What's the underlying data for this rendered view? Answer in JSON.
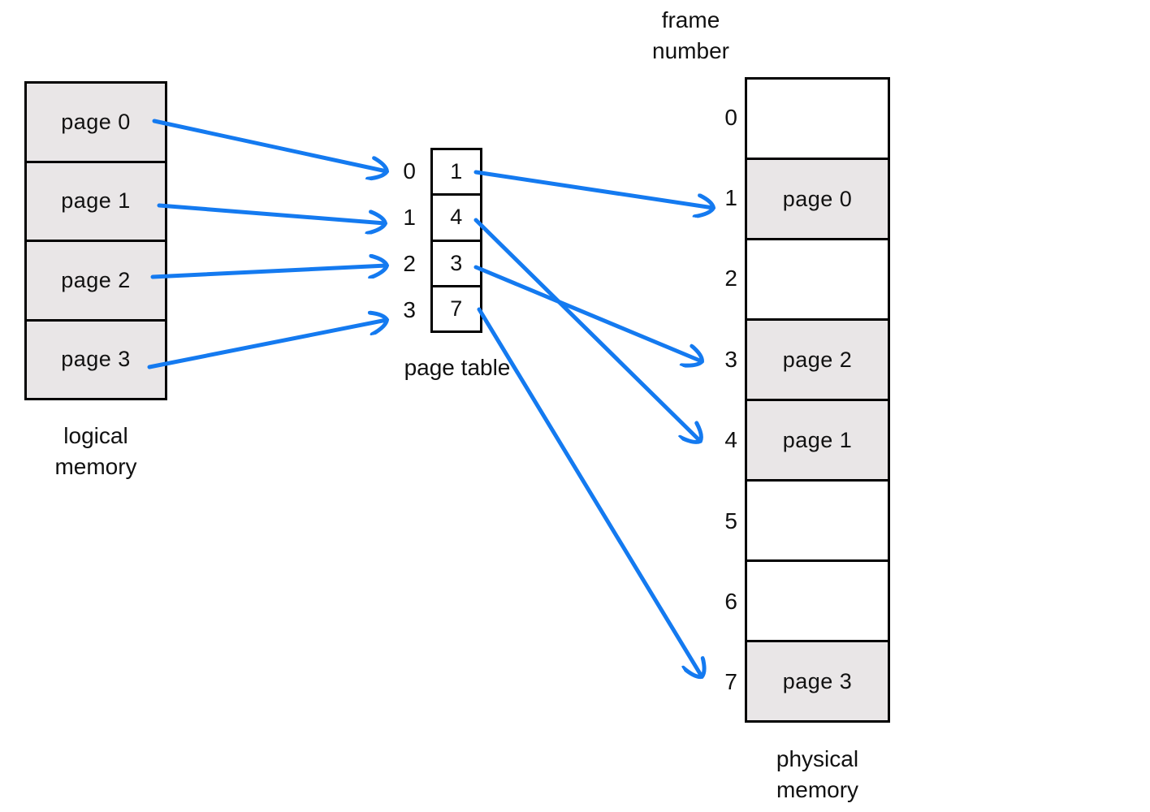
{
  "colors": {
    "arrow": "#147af0",
    "cell_fill": "#e9e6e7",
    "border": "#000000"
  },
  "logical_memory": {
    "pages": [
      "page 0",
      "page 1",
      "page 2",
      "page 3"
    ],
    "caption_lines": [
      "logical",
      "memory"
    ]
  },
  "page_table": {
    "caption": "page table",
    "indices": [
      "0",
      "1",
      "2",
      "3"
    ],
    "values": [
      "1",
      "4",
      "3",
      "7"
    ]
  },
  "physical_memory": {
    "caption_lines": [
      "physical",
      "memory"
    ],
    "frame_number_caption_lines": [
      "frame",
      "number"
    ],
    "frames": [
      {
        "number": "0",
        "content": ""
      },
      {
        "number": "1",
        "content": "page 0"
      },
      {
        "number": "2",
        "content": ""
      },
      {
        "number": "3",
        "content": "page 2"
      },
      {
        "number": "4",
        "content": "page 1"
      },
      {
        "number": "5",
        "content": ""
      },
      {
        "number": "6",
        "content": ""
      },
      {
        "number": "7",
        "content": "page 3"
      }
    ]
  },
  "mappings": [
    {
      "page": "0",
      "frame": "1"
    },
    {
      "page": "1",
      "frame": "4"
    },
    {
      "page": "2",
      "frame": "3"
    },
    {
      "page": "3",
      "frame": "7"
    }
  ]
}
